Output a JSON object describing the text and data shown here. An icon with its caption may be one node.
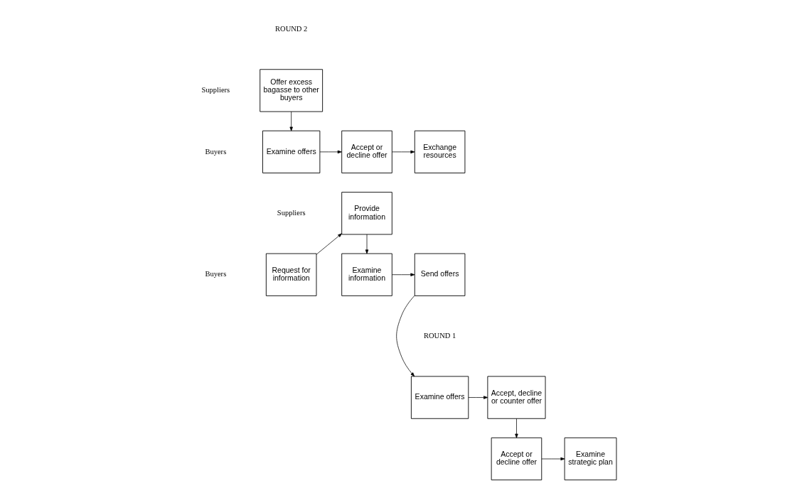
{
  "diagram": {
    "nodes": [
      {
        "text": [
          "Request for information"
        ]
      },
      {
        "text": [
          "Provide information"
        ]
      },
      {
        "text": [
          "Examine information"
        ]
      },
      {
        "text": [
          "Examine offers"
        ]
      },
      {
        "text": [
          "Send offers"
        ]
      },
      {
        "text": [
          "Accept, decline or counter offer"
        ]
      },
      {
        "text": [
          "Accept or decline offer"
        ]
      },
      {
        "text": [
          "Examine strategic plan"
        ]
      },
      {
        "text": [
          "Offer excess bagasse to other buyers"
        ]
      },
      {
        "text": [
          "Examine offers"
        ]
      },
      {
        "text": [
          "Accept or decline offer"
        ]
      },
      {
        "text": [
          "Exchange resources"
        ]
      }
    ],
    "edges": [
      {
        "from": 0,
        "to": 1,
        "arrow": "to"
      },
      {
        "from": 1,
        "to": 2,
        "arrow": "to"
      },
      {
        "from": 2,
        "to": 4,
        "arrow": "to"
      },
      {
        "from": 4,
        "to": 3,
        "arrow": "to"
      },
      {
        "from": 3,
        "to": 5,
        "arrow": "to"
      },
      {
        "from": 5,
        "to": 6,
        "arrow": "to"
      },
      {
        "from": 6,
        "to": 7,
        "arrow": "to"
      },
      {
        "from": 8,
        "to": 9,
        "arrow": "to"
      },
      {
        "from": 9,
        "to": 10,
        "arrow": "to"
      },
      {
        "from": 10,
        "to": 11,
        "arrow": "to"
      }
    ],
    "labels": [
      "ROUND 1",
      "Suppliers",
      "Buyers",
      "ROUND 2",
      "Suppliers",
      "Buyers"
    ]
  }
}
